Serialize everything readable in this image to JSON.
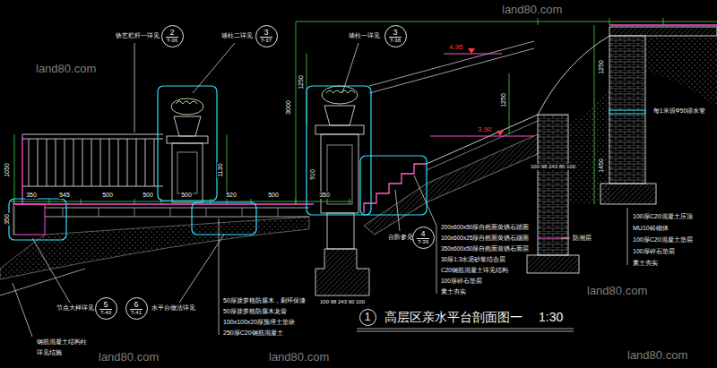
{
  "diagram": {
    "title": "高层区亲水平台剖面图一",
    "nodes": [
      {
        "text": [
          "1"
        ]
      },
      {
        "text": [
          "2",
          "T-36"
        ]
      },
      {
        "text": [
          "3",
          "T-37"
        ]
      },
      {
        "text": [
          "3",
          "T-38"
        ]
      },
      {
        "text": [
          "4",
          "T-39"
        ]
      },
      {
        "text": [
          "5",
          "T-40"
        ]
      },
      {
        "text": [
          "6",
          "T-41"
        ]
      }
    ],
    "labels": [
      "铁艺栏杆一详见",
      "墙柱二详见",
      "墙柱一详见",
      "1050",
      "350",
      "1130",
      "3000",
      "1250",
      "910",
      "1250",
      "1450",
      "1250",
      "350",
      "545",
      "500",
      "500",
      "500",
      "520",
      "500",
      "350",
      "100 98 243 60 100",
      "100 98 243 80 100",
      "4.95",
      "3.90",
      "每1米设Φ50排水管",
      "防潮层",
      "100厚C20混凝土压顶",
      "MU10砖砌体",
      "100厚C20混凝土垫层",
      "100厚碎石垫层",
      "素土夯实",
      "台阶参见",
      "200x600x50厚自然面黄锈石踏面",
      "100x600x25厚自然面黄锈石踢面",
      "350x600x50厚自然面黄锈石面层",
      "30厚1:3水泥砂浆结合层",
      "C20钢筋混凝土详见结构",
      "100厚碎石垫层",
      "素土夯实",
      "50厚菠萝格防腐木，刷环保漆",
      "50厚菠萝格防腐木龙骨",
      "100x100x20厚预埋土垫块",
      "250厚C20钢筋混凝土",
      "节点大样详见",
      "水平台做法详见",
      "钢筋混凝土结构柱",
      "详见结施",
      "1:30",
      "land80.com",
      "land80.com",
      "land80.com",
      "land80.com",
      "land80.com",
      "land80.com"
    ]
  }
}
